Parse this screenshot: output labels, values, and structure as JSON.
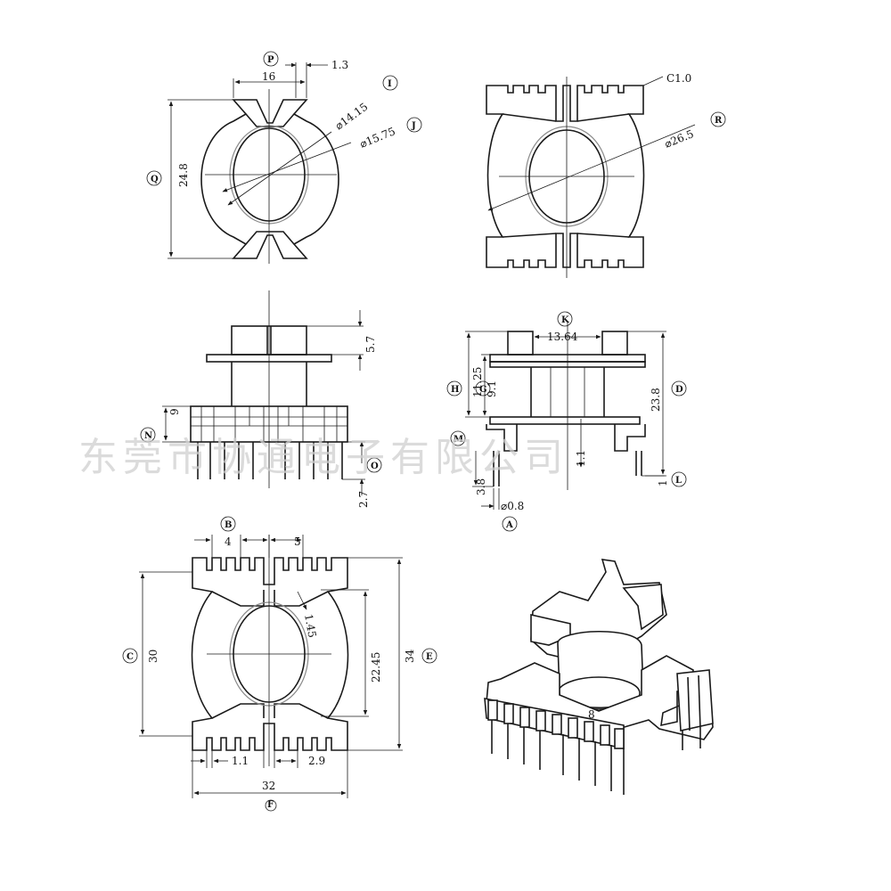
{
  "views": {
    "top_left": {
      "labels": {
        "P": "P",
        "Q": "Q",
        "I": "I",
        "J": "J"
      },
      "dims": {
        "d16": "16",
        "d13": "1.3",
        "d248": "24.8",
        "d1415": "⌀14.15",
        "d1575": "⌀15.75"
      }
    },
    "top_right": {
      "labels": {
        "R": "R"
      },
      "dims": {
        "c10": "C1.0",
        "d265": "⌀26.5"
      }
    },
    "mid_left": {
      "labels": {
        "N": "N",
        "O": "O"
      },
      "dims": {
        "d57": "5.7",
        "d9": "9",
        "d27": "2.7"
      }
    },
    "mid_right": {
      "labels": {
        "K": "K",
        "H": "H",
        "G": "G",
        "D": "D",
        "M": "M",
        "L": "L",
        "A": "A"
      },
      "dims": {
        "d1364": "13.64",
        "d1125": "11.25",
        "d91": "9.1",
        "d238": "23.8",
        "d11": "1.1",
        "d38": "3.8",
        "d1": "1",
        "d08": "⌀0.8"
      }
    },
    "bottom_left": {
      "labels": {
        "B": "B",
        "C": "C",
        "E": "E",
        "F": "F"
      },
      "dims": {
        "d4": "4",
        "d5": "5",
        "d30": "30",
        "d2245": "22.45",
        "d34": "34",
        "d145": "1.45",
        "d11": "1.1",
        "d29": "2.9",
        "d32": "32"
      }
    },
    "iso": {
      "dims": {
        "d8": "8"
      }
    }
  },
  "watermark": "东莞市协通电子有限公司"
}
